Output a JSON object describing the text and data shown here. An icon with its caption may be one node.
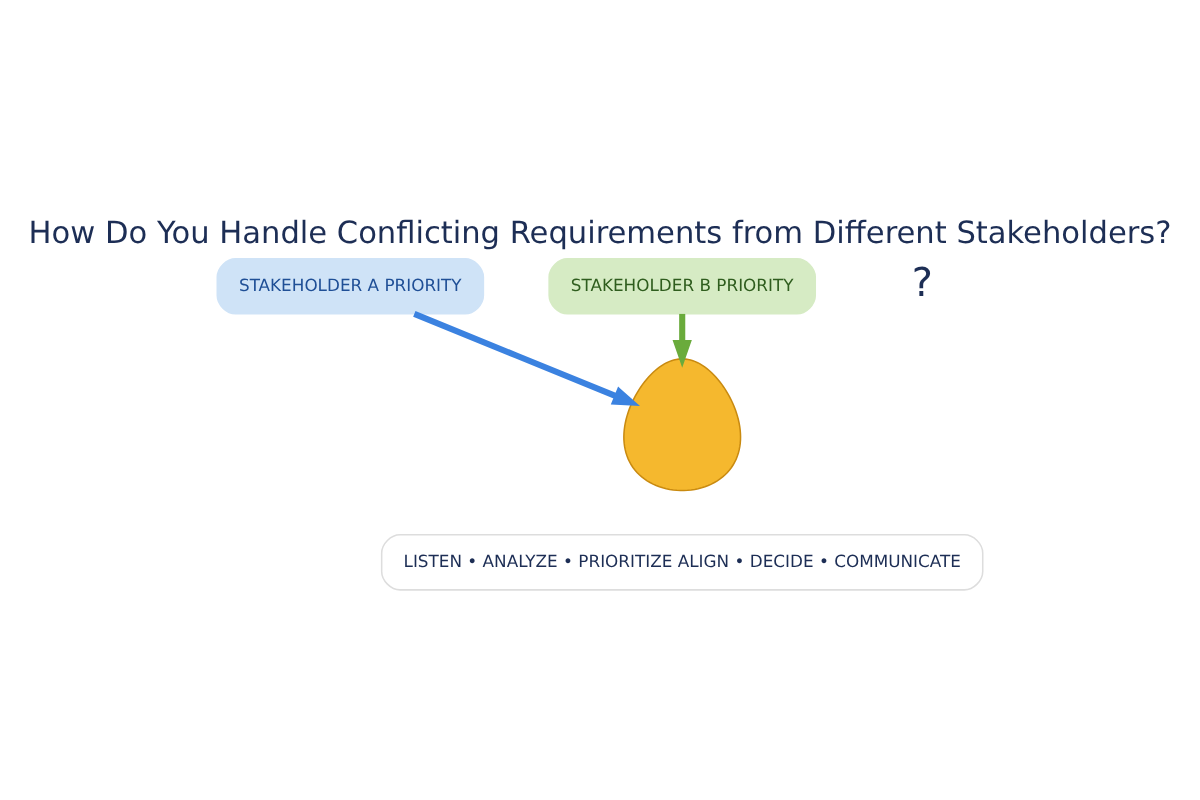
{
  "diagram": {
    "title": "How Do You Handle Conflicting Requirements from Different Stakeholders?",
    "nodes": [
      {
        "text": [
          "STAKEHOLDER A PRIORITY"
        ]
      },
      {
        "text": [],
        "shape": "person"
      },
      {
        "text": [
          "STAKEHOLDER B PRIORITY"
        ]
      },
      {
        "text": [
          "LISTEN • ANALYZE • PRIORITIZE ALIGN • DECIDE • COMMUNICATE"
        ]
      }
    ],
    "edges": [
      {
        "from": 0,
        "to": 1,
        "arrow": "to",
        "color": "#3b82e0"
      },
      {
        "from": 2,
        "to": 1,
        "arrow": "to",
        "color": "#6aab3c"
      }
    ],
    "labels": [
      "?"
    ]
  }
}
